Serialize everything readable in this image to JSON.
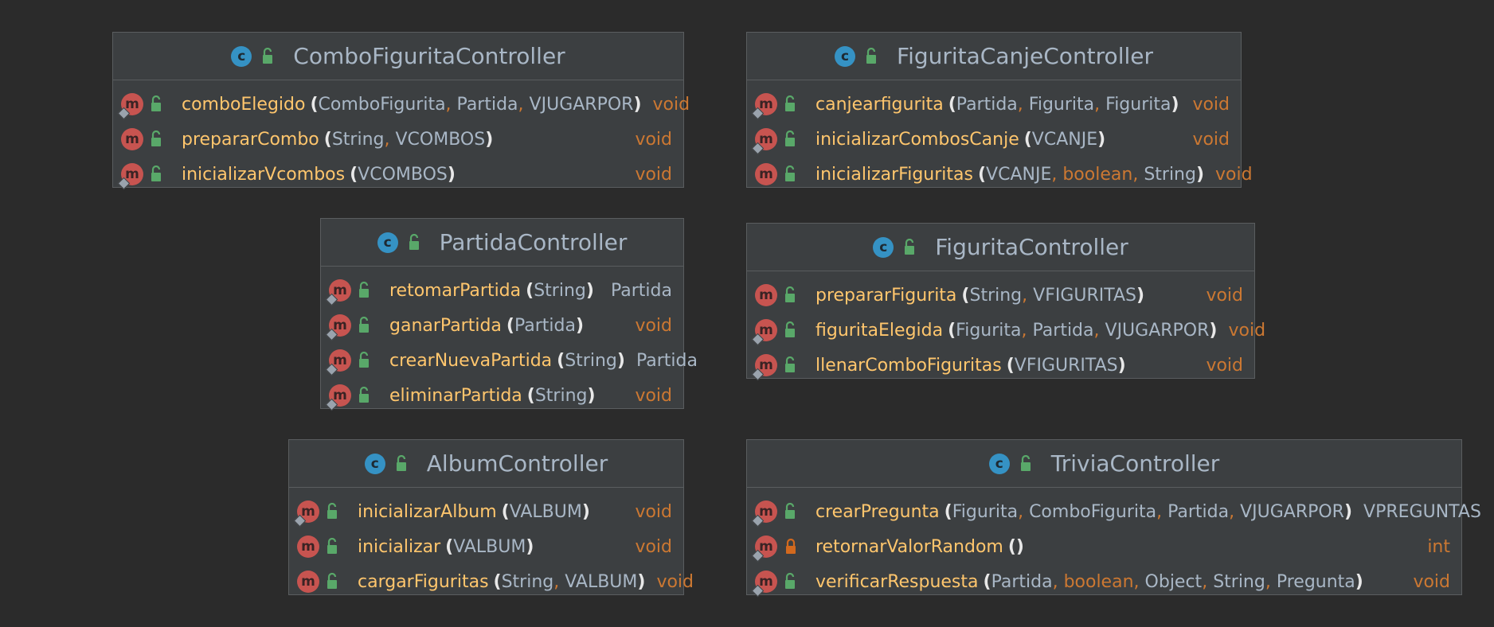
{
  "colors": {
    "background": "#2b2b2b",
    "box": "#3c3f41",
    "border": "#5a5d5f",
    "class_icon": "#3592c4",
    "method_icon": "#c75450",
    "method_name": "#ffc66d",
    "keyword": "#cc7832",
    "text": "#a9b7c6",
    "unlock": "#59a869",
    "lock": "#d2691e"
  },
  "icons": {
    "class": "class-c-icon",
    "public": "unlock-icon",
    "private": "lock-icon",
    "method": "method-m-icon"
  },
  "class_icon_letter": "c",
  "method_icon_letter": "m",
  "classes": [
    {
      "name": "ComboFiguritaController",
      "methods": [
        {
          "name": "comboElegido",
          "params": [
            "ComboFigurita",
            "Partida",
            "VJUGARPOR"
          ],
          "ret": "void",
          "vis": "public",
          "pin": true
        },
        {
          "name": "prepararCombo",
          "params": [
            "String",
            "VCOMBOS"
          ],
          "ret": "void",
          "vis": "public",
          "pin": false
        },
        {
          "name": "inicializarVcombos",
          "params": [
            "VCOMBOS"
          ],
          "ret": "void",
          "vis": "public",
          "pin": true
        }
      ]
    },
    {
      "name": "FiguritaCanjeController",
      "methods": [
        {
          "name": "canjearfigurita",
          "params": [
            "Partida",
            "Figurita",
            "Figurita"
          ],
          "ret": "void",
          "vis": "public",
          "pin": true
        },
        {
          "name": "inicializarCombosCanje",
          "params": [
            "VCANJE"
          ],
          "ret": "void",
          "vis": "public",
          "pin": true
        },
        {
          "name": "inicializarFiguritas",
          "params": [
            "VCANJE",
            "boolean",
            "String"
          ],
          "ret": "void",
          "vis": "public",
          "pin": false
        }
      ]
    },
    {
      "name": "PartidaController",
      "methods": [
        {
          "name": "retomarPartida",
          "params": [
            "String"
          ],
          "ret": "Partida",
          "vis": "public",
          "pin": true
        },
        {
          "name": "ganarPartida",
          "params": [
            "Partida"
          ],
          "ret": "void",
          "vis": "public",
          "pin": true
        },
        {
          "name": "crearNuevaPartida",
          "params": [
            "String"
          ],
          "ret": "Partida",
          "vis": "public",
          "pin": true
        },
        {
          "name": "eliminarPartida",
          "params": [
            "String"
          ],
          "ret": "void",
          "vis": "public",
          "pin": true
        }
      ]
    },
    {
      "name": "FiguritaController",
      "methods": [
        {
          "name": "prepararFigurita",
          "params": [
            "String",
            "VFIGURITAS"
          ],
          "ret": "void",
          "vis": "public",
          "pin": false
        },
        {
          "name": "figuritaElegida",
          "params": [
            "Figurita",
            "Partida",
            "VJUGARPOR"
          ],
          "ret": "void",
          "vis": "public",
          "pin": true
        },
        {
          "name": "llenarComboFiguritas",
          "params": [
            "VFIGURITAS"
          ],
          "ret": "void",
          "vis": "public",
          "pin": true
        }
      ]
    },
    {
      "name": "AlbumController",
      "methods": [
        {
          "name": "inicializarAlbum",
          "params": [
            "VALBUM"
          ],
          "ret": "void",
          "vis": "public",
          "pin": true
        },
        {
          "name": "inicializar",
          "params": [
            "VALBUM"
          ],
          "ret": "void",
          "vis": "public",
          "pin": false
        },
        {
          "name": "cargarFiguritas",
          "params": [
            "String",
            "VALBUM"
          ],
          "ret": "void",
          "vis": "public",
          "pin": false
        }
      ]
    },
    {
      "name": "TriviaController",
      "methods": [
        {
          "name": "crearPregunta",
          "params": [
            "Figurita",
            "ComboFigurita",
            "Partida",
            "VJUGARPOR"
          ],
          "ret": "VPREGUNTAS",
          "vis": "public",
          "pin": true
        },
        {
          "name": "retornarValorRandom",
          "params": [],
          "ret": "int",
          "vis": "private",
          "pin": true
        },
        {
          "name": "verificarRespuesta",
          "params": [
            "Partida",
            "boolean",
            "Object",
            "String",
            "Pregunta"
          ],
          "ret": "void",
          "vis": "public",
          "pin": true
        }
      ]
    }
  ]
}
